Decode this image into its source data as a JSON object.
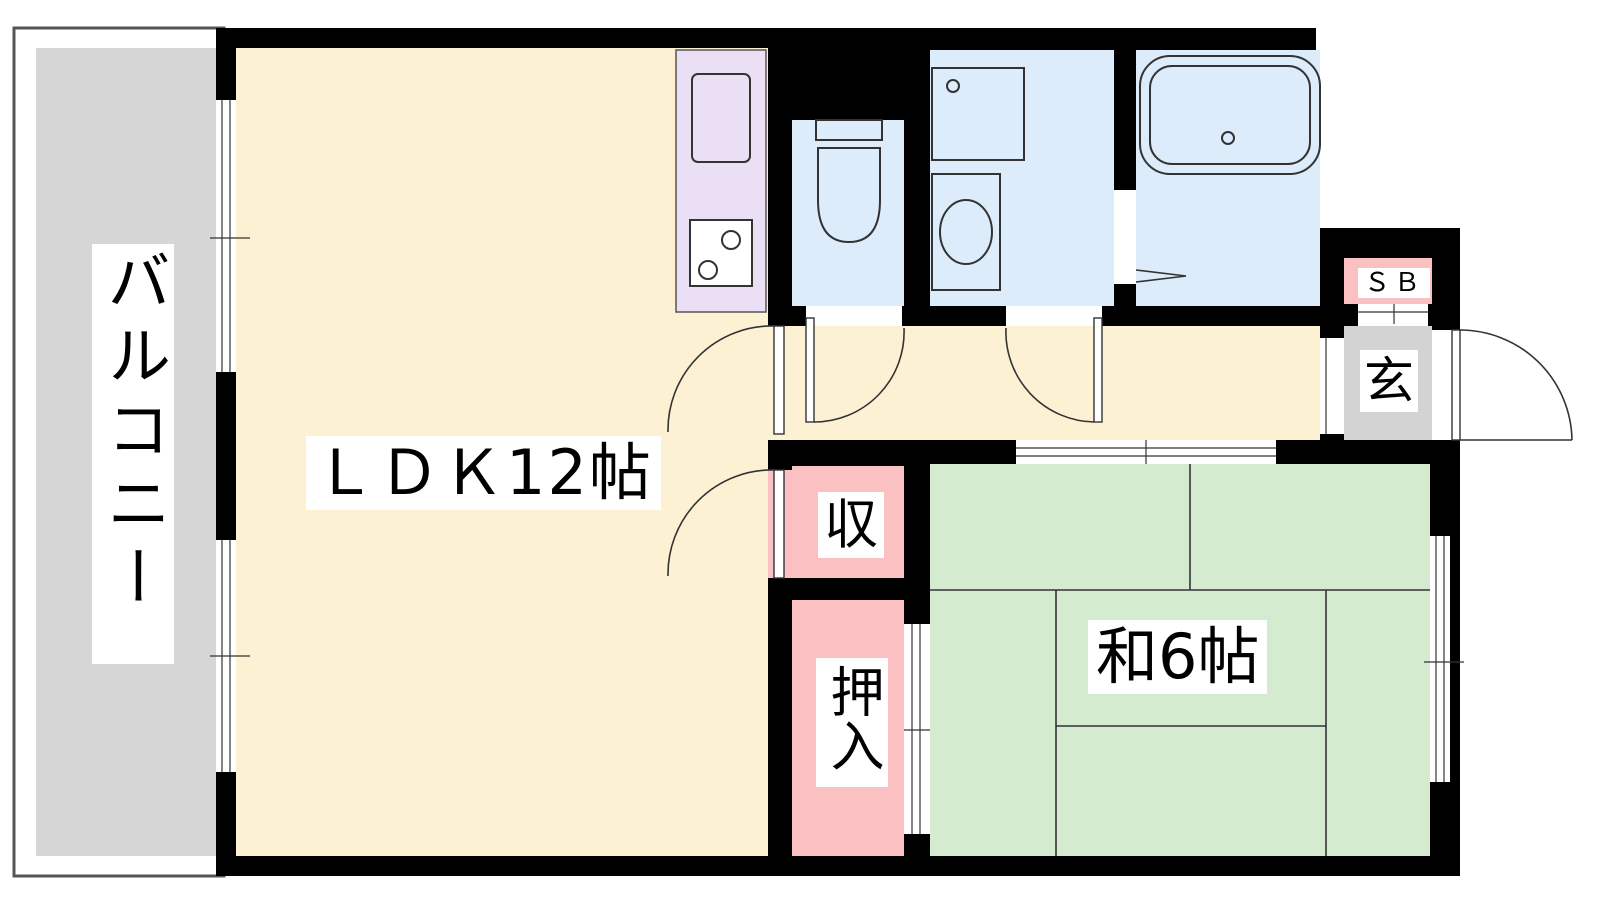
{
  "rooms": {
    "balcony": "バルコニー",
    "ldk": "ＬＤＫ12帖",
    "washitsu": "和6帖",
    "storage": "収",
    "closet": "押入",
    "entrance": "玄",
    "shoe_box": "ＳＢ"
  },
  "colors": {
    "wall": "#000000",
    "ldk_floor": "#fdf1d3",
    "balcony": "#d6d6d6",
    "kitchen": "#eadff5",
    "wet_area": "#dcecfb",
    "tatami": "#d4ebcf",
    "storage": "#fbc0c1",
    "entrance": "#d3d3d3"
  }
}
